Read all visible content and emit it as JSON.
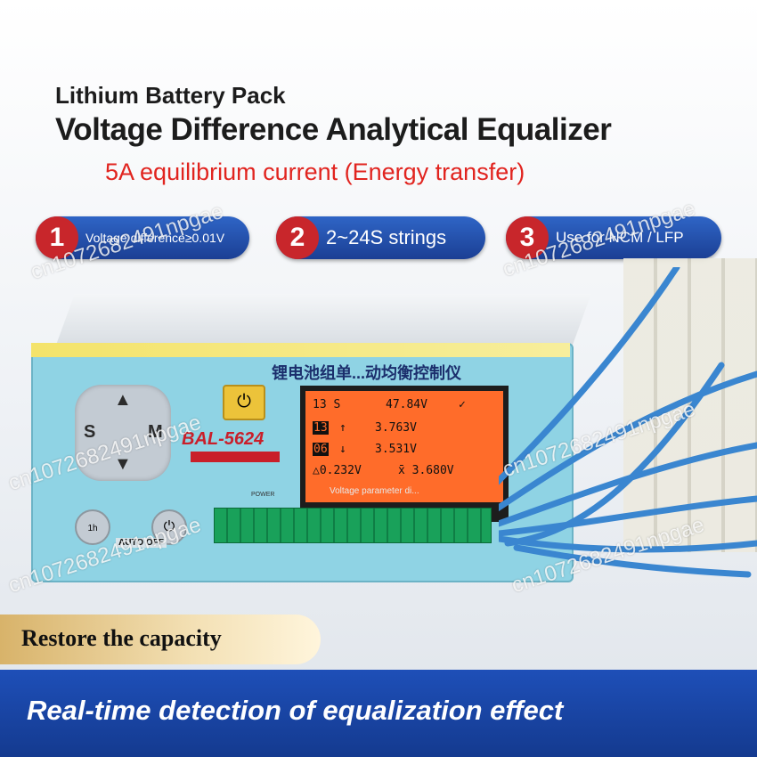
{
  "header": {
    "line1": "Lithium Battery Pack",
    "line2": "Voltage Difference Analytical Equalizer",
    "line3": "5A equilibrium current (Energy transfer)"
  },
  "features": [
    {
      "num": "1",
      "text": "Voltage difference≥0.01V"
    },
    {
      "num": "2",
      "text": "2~24S strings"
    },
    {
      "num": "3",
      "text": "Use for NCM / LFP"
    }
  ],
  "device": {
    "panel_label": "锂电池组单...动均衡控制仪",
    "model": "BAL-5624",
    "power_label": "POWER",
    "auto_off_label": "AUTO OFF",
    "dpad": {
      "up": "▲",
      "down": "▼",
      "left": "S",
      "right": "M"
    },
    "timer_label": "1h",
    "screen": {
      "row1_strings": "13 S",
      "row1_total": "47.84V",
      "row1_check": "✓",
      "row2_cell": "13",
      "row2_arrow": "↑",
      "row2_value": "3.763V",
      "row3_cell": "06",
      "row3_arrow": "↓",
      "row3_value": "3.531V",
      "row4_delta": "△0.232V",
      "row4_avg": "x̄ 3.680V"
    },
    "screen_caption": "Voltage parameter di..."
  },
  "restore_label": "Restore the capacity",
  "banner_text": "Real-time detection of equalization effect",
  "watermark": "cn1072682491npgae",
  "colors": {
    "brand_blue": "#1e4fb8",
    "accent_red": "#e1241f",
    "device_body": "#8fd3e4",
    "screen_orange": "#ff6c2a"
  }
}
